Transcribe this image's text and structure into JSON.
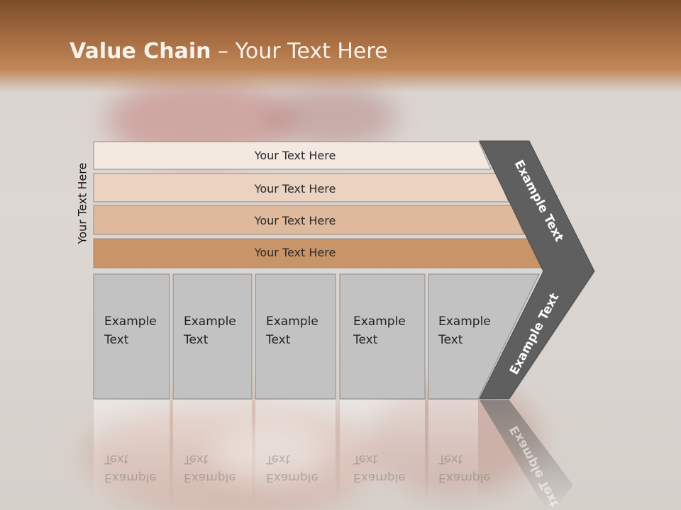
{
  "slide": {
    "title_bold": "Value Chain",
    "title_rest": " – Your Text Here",
    "vertical_label": "Your Text Here"
  },
  "rows": [
    {
      "label": "Your Text Here",
      "color": "#f3e9e1"
    },
    {
      "label": "Your Text Here",
      "color": "#ead3c0"
    },
    {
      "label": "Your Text Here",
      "color": "#deb99b"
    },
    {
      "label": "Your Text Here",
      "color": "#c99468"
    }
  ],
  "boxes": [
    {
      "line1": "Example",
      "line2": "Text"
    },
    {
      "line1": "Example",
      "line2": "Text"
    },
    {
      "line1": "Example",
      "line2": "Text"
    },
    {
      "line1": "Example",
      "line2": "Text"
    },
    {
      "line1": "Example",
      "line2": "Text"
    }
  ],
  "chevron": {
    "upper_label": "Example Text",
    "lower_label": "Example Text",
    "color": "#5f5f5f"
  },
  "colors": {
    "title_bar": "#a96f43",
    "box_fill": "#c2c2c2",
    "box_border": "#8c8c8c"
  }
}
